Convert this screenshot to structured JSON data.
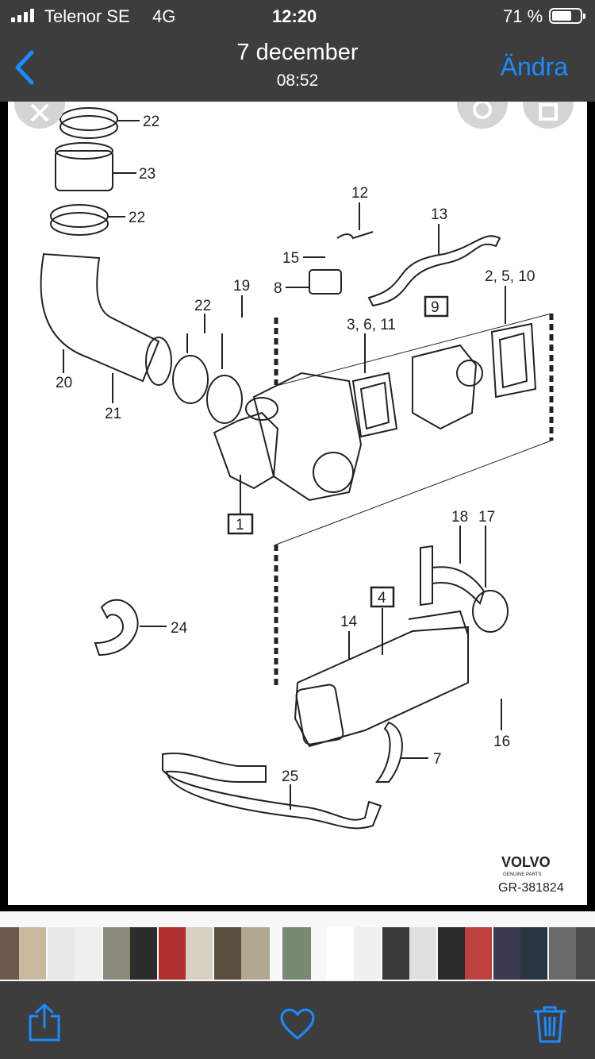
{
  "status_bar": {
    "carrier": "Telenor SE",
    "network": "4G",
    "time": "12:20",
    "battery_percent": "71 %",
    "battery_level": 0.71
  },
  "nav": {
    "back_icon": "chevron-left-icon",
    "title": "7 december",
    "subtitle": "08:52",
    "edit_label": "Ändra",
    "accent_color": "#1a8cff"
  },
  "photo": {
    "callouts": [
      "22",
      "23",
      "22",
      "20",
      "21",
      "22",
      "19",
      "15",
      "8",
      "12",
      "13",
      "3, 6, 11",
      "2, 5, 10",
      "9",
      "1",
      "18",
      "17",
      "4",
      "24",
      "14",
      "16",
      "7",
      "25"
    ],
    "brand": "VOLVO",
    "brand_sub": "GENUINE PARTS",
    "ref_code": "GR-381824"
  },
  "toolbar": {
    "share_icon": "share-icon",
    "favorite_icon": "heart-icon",
    "delete_icon": "trash-icon"
  }
}
